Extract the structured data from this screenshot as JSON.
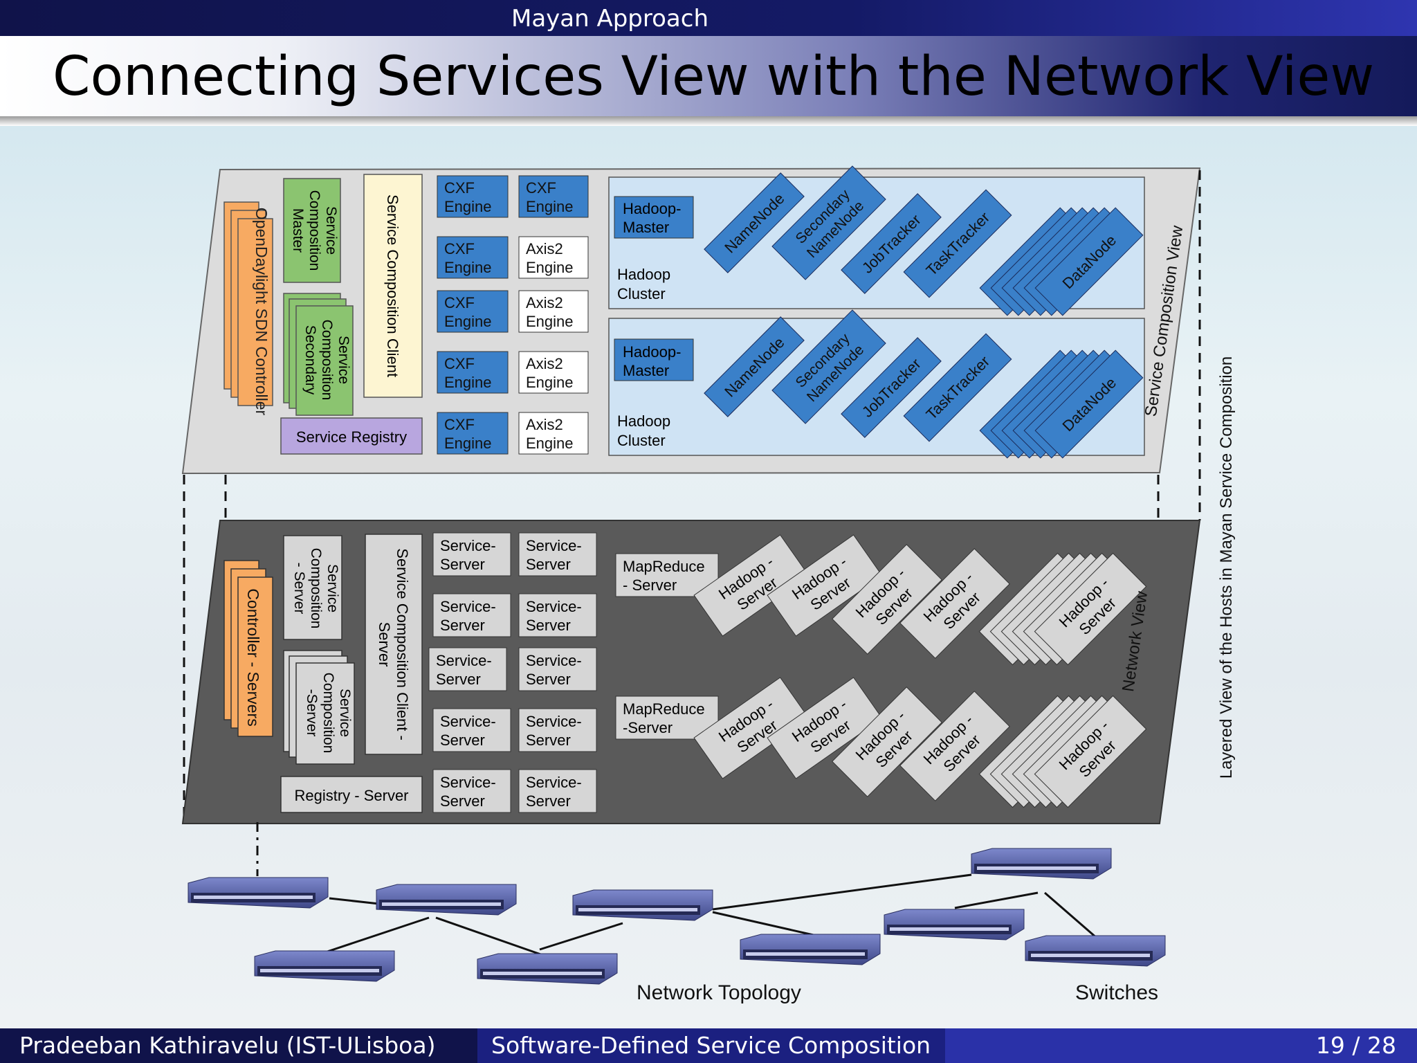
{
  "header": {
    "section": "Mayan Approach",
    "title": "Connecting Services View with the Network View"
  },
  "footer": {
    "author": "Pradeeban Kathiravelu (IST-ULisboa)",
    "talk_title": "Software-Defined Service Composition",
    "page": "19 / 28"
  },
  "diagram": {
    "side_label": "Layered View of the Hosts in Mayan Service Composition",
    "top_layer": {
      "label": "Service Composition View",
      "sdn_controller": "OpenDaylight SDN Controller",
      "master_line1": "Service",
      "master_line2": "Composition",
      "master_line3": "Master",
      "secondary_line1": "Service",
      "secondary_line2": "Composition",
      "secondary_line3": "Secondary",
      "client": "Service Composition Client",
      "registry": "Service Registry",
      "engine_grid": [
        [
          "CXF",
          "Engine",
          "CXF",
          "Engine"
        ],
        [
          "CXF",
          "Engine",
          "Axis2",
          "Engine"
        ],
        [
          "CXF",
          "Engine",
          "Axis2",
          "Engine"
        ],
        [
          "CXF",
          "Engine",
          "Axis2",
          "Engine"
        ],
        [
          "CXF",
          "Engine",
          "Axis2",
          "Engine"
        ]
      ],
      "master_a": "Hadoop-",
      "master_b": "Master",
      "cluster_a": "Hadoop",
      "cluster_b": "Cluster",
      "namenode": "NameNode",
      "secondary_a": "Secondary",
      "secondary_b": "NameNode",
      "jobtracker": "JobTracker",
      "tasktracker": "TaskTracker",
      "datanode": "DataNode"
    },
    "bottom_layer": {
      "label": "Network View",
      "controller": "Controller - Servers",
      "master_line1": "Service",
      "master_line2": "Composition",
      "master_line3": "- Server",
      "secondary_line1": "Service",
      "secondary_line2": "Composition",
      "secondary_line3": "-Server",
      "client_line1": "Service Composition Client -",
      "client_line2": "Server",
      "registry": "Registry - Server",
      "server_a": "Service-",
      "server_b": "Server",
      "mapreduce1_a": "MapReduce",
      "mapreduce1_b": "- Server",
      "mapreduce2_a": "MapReduce",
      "mapreduce2_b": "-Server",
      "hadoop_a": "Hadoop -",
      "hadoop_b": "Server"
    },
    "network": {
      "topology": "Network Topology",
      "switches": "Switches"
    }
  },
  "colors": {
    "orange": "#f7aa62",
    "green": "#8bc470",
    "yellow": "#fdf5d2",
    "purple": "#b8a6df",
    "blue_box": "#3a80c9",
    "blue_panel": "#cfe3f4",
    "gray_box": "#d6d6d6",
    "dark_layer": "#5a5a5a",
    "switch": "#5a64a8"
  }
}
